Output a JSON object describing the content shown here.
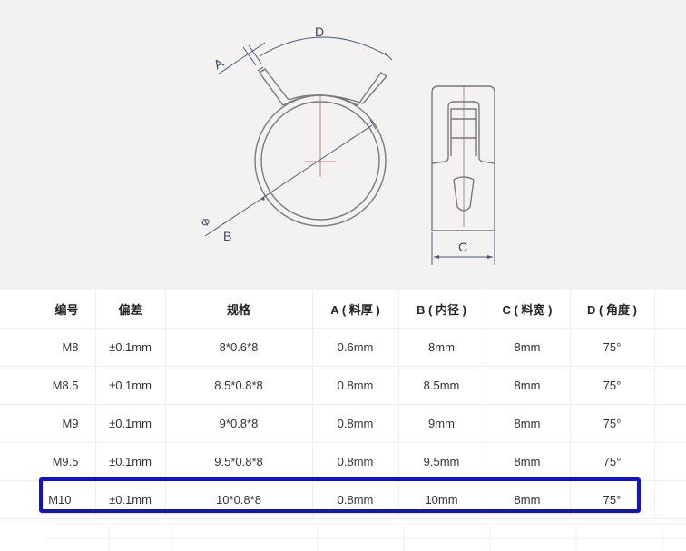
{
  "drawing": {
    "labels": {
      "A": "A",
      "B": "B",
      "C": "C",
      "D": "D",
      "phi": "Φ"
    },
    "colors": {
      "outline": "#7a7a7a",
      "centerline": "#b08a86",
      "dimension": "#4a5878"
    }
  },
  "table": {
    "headers": [
      "编号",
      "偏差",
      "规格",
      "A ( 料厚 )",
      "B ( 内径 )",
      "C ( 料宽 )",
      "D ( 角度 )"
    ],
    "rows": [
      [
        "M8",
        "±0.1mm",
        "8*0.6*8",
        "0.6mm",
        "8mm",
        "8mm",
        "75°"
      ],
      [
        "M8.5",
        "±0.1mm",
        "8.5*0.8*8",
        "0.8mm",
        "8.5mm",
        "8mm",
        "75°"
      ],
      [
        "M9",
        "±0.1mm",
        "9*0.8*8",
        "0.8mm",
        "9mm",
        "8mm",
        "75°"
      ],
      [
        "M9.5",
        "±0.1mm",
        "9.5*0.8*8",
        "0.8mm",
        "9.5mm",
        "8mm",
        "75°"
      ],
      [
        "M10",
        "±0.1mm",
        "10*0.8*8",
        "0.8mm",
        "10mm",
        "8mm",
        "75°"
      ]
    ],
    "highlighted_row": "M10",
    "highlight_color": "#1010d8"
  }
}
